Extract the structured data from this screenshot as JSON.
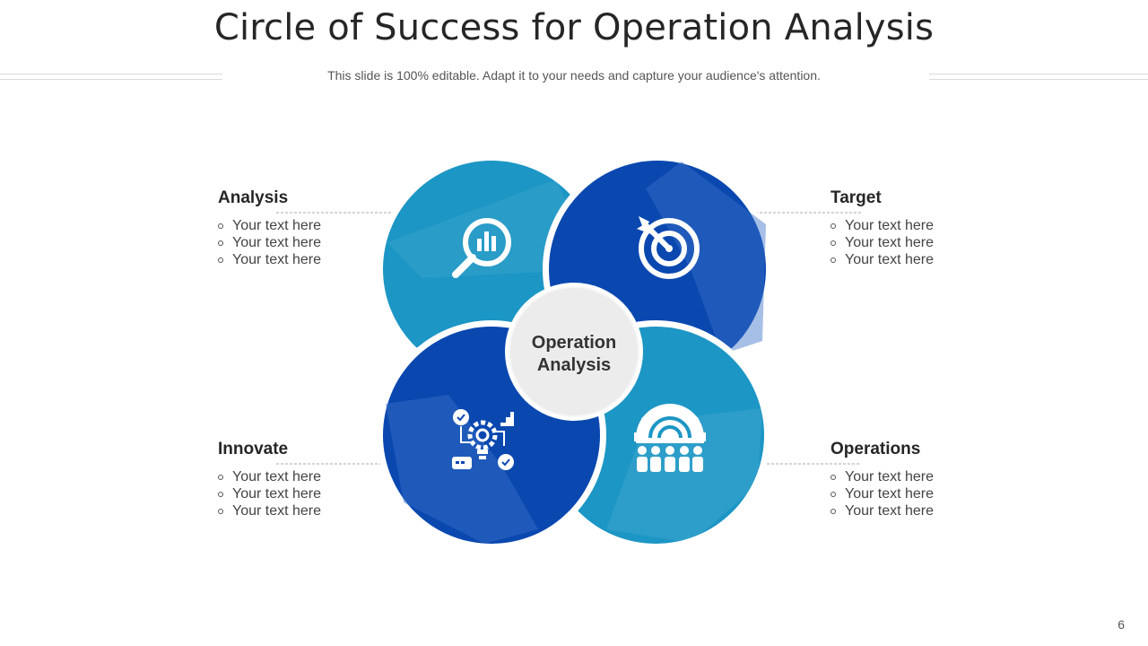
{
  "slide": {
    "title": "Circle of Success for Operation Analysis",
    "subtitle": "This slide is 100% editable. Adapt it to your needs and capture your audience's attention.",
    "page_number": "6"
  },
  "center": {
    "line1": "Operation",
    "line2": "Analysis"
  },
  "sections": [
    {
      "id": "analysis",
      "label": "Analysis",
      "icon": "magnifier-chart-icon",
      "color": "#1c96c5",
      "items": [
        "Your text here",
        "Your text here",
        "Your text here"
      ]
    },
    {
      "id": "target",
      "label": "Target",
      "icon": "target-arrow-icon",
      "color": "#0a48b0",
      "items": [
        "Your text here",
        "Your text here",
        "Your text here"
      ]
    },
    {
      "id": "innovate",
      "label": "Innovate",
      "icon": "innovation-lightbulb-gear-icon",
      "color": "#0a48b0",
      "items": [
        "Your text here",
        "Your text here",
        "Your text here"
      ]
    },
    {
      "id": "operations",
      "label": "Operations",
      "icon": "gear-team-icon",
      "color": "#1c96c5",
      "items": [
        "Your text here",
        "Your text here",
        "Your text here"
      ]
    }
  ]
}
